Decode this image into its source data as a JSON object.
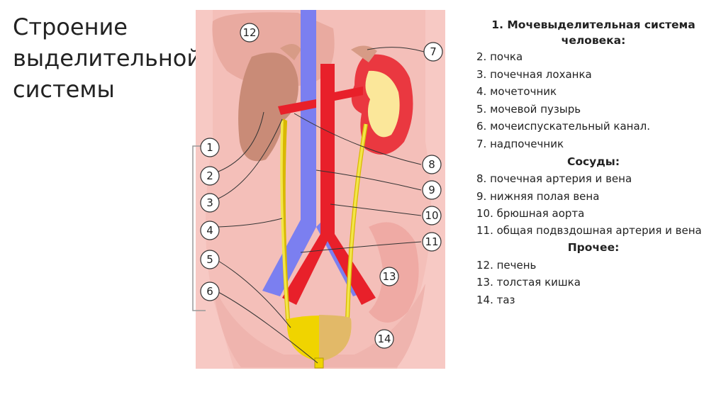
{
  "title": [
    "Строение",
    "выделительной",
    "системы"
  ],
  "legend": {
    "heading": "1. Мочевыделительная система человека:",
    "items": [
      "2. почка",
      "3. почечная лоханка",
      "4. мочеточник",
      "5. мочевой пузырь",
      "6. мочеиспускательный канал.",
      "7. надпочечник"
    ],
    "vessels_heading": "Сосуды:",
    "vessels": [
      "8. почечная артерия и вена",
      "9. нижняя полая вена",
      "10. брюшная аорта",
      "11. общая подвздошная артерия и вена"
    ],
    "other_heading": "Прочее:",
    "other": [
      "12. печень",
      "13. толстая кишка",
      "14. таз"
    ]
  },
  "callouts": [
    "1",
    "2",
    "3",
    "4",
    "5",
    "6",
    "7",
    "8",
    "9",
    "10",
    "11",
    "12",
    "13",
    "14"
  ],
  "colors": {
    "skin": "#f7c9c4",
    "organ": "#c98b77",
    "artery": "#e8202a",
    "vein": "#7b7ff0",
    "ureter": "#f2e64a",
    "bladder": "#f0d400",
    "kidney_inner": "#fbe79a"
  }
}
